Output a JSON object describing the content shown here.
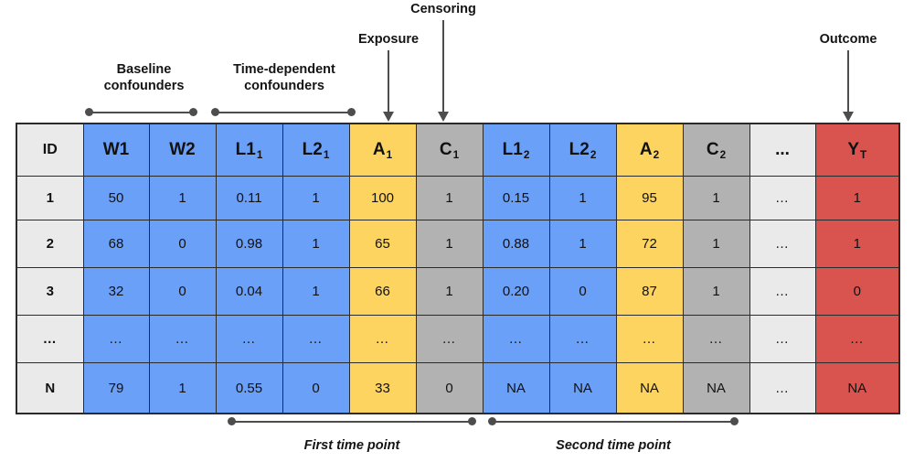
{
  "annotations": {
    "top": [
      {
        "id": "baseline-confounders",
        "text": "Baseline\nconfounders"
      },
      {
        "id": "time-dependent-confounders",
        "text": "Time-dependent\nconfounders"
      },
      {
        "id": "exposure",
        "text": "Exposure"
      },
      {
        "id": "censoring",
        "text": "Censoring"
      },
      {
        "id": "outcome",
        "text": "Outcome"
      }
    ],
    "bottom": [
      {
        "id": "first-time-point",
        "text": "First time point"
      },
      {
        "id": "second-time-point",
        "text": "Second time point"
      }
    ]
  },
  "table": {
    "columns": [
      {
        "key": "id",
        "label": "ID",
        "sub": "",
        "color": "c-id"
      },
      {
        "key": "w1",
        "label": "W1",
        "sub": "",
        "color": "c-blue"
      },
      {
        "key": "w2",
        "label": "W2",
        "sub": "",
        "color": "c-blue"
      },
      {
        "key": "l11",
        "label": "L1",
        "sub": "1",
        "color": "c-blue"
      },
      {
        "key": "l21",
        "label": "L2",
        "sub": "1",
        "color": "c-blue"
      },
      {
        "key": "a1",
        "label": "A",
        "sub": "1",
        "color": "c-yellow"
      },
      {
        "key": "c1",
        "label": "C",
        "sub": "1",
        "color": "c-gray"
      },
      {
        "key": "l12",
        "label": "L1",
        "sub": "2",
        "color": "c-blue"
      },
      {
        "key": "l22",
        "label": "L2",
        "sub": "2",
        "color": "c-blue"
      },
      {
        "key": "a2",
        "label": "A",
        "sub": "2",
        "color": "c-yellow"
      },
      {
        "key": "c2",
        "label": "C",
        "sub": "2",
        "color": "c-gray"
      },
      {
        "key": "dots",
        "label": "...",
        "sub": "",
        "color": "c-light"
      },
      {
        "key": "yt",
        "label": "Y",
        "sub": "T",
        "color": "c-red"
      }
    ],
    "rows": [
      [
        "1",
        "50",
        "1",
        "0.11",
        "1",
        "100",
        "1",
        "0.15",
        "1",
        "95",
        "1",
        "…",
        "1"
      ],
      [
        "2",
        "68",
        "0",
        "0.98",
        "1",
        "65",
        "1",
        "0.88",
        "1",
        "72",
        "1",
        "…",
        "1"
      ],
      [
        "3",
        "32",
        "0",
        "0.04",
        "1",
        "66",
        "1",
        "0.20",
        "0",
        "87",
        "1",
        "…",
        "0"
      ],
      [
        "…",
        "…",
        "…",
        "…",
        "…",
        "…",
        "…",
        "…",
        "…",
        "…",
        "…",
        "…",
        "…"
      ],
      [
        "N",
        "79",
        "1",
        "0.55",
        "0",
        "33",
        "0",
        "NA",
        "NA",
        "NA",
        "NA",
        "…",
        "NA"
      ]
    ]
  },
  "colors": {
    "blue": "#6aa0f7",
    "yellow": "#fdd45f",
    "gray": "#b2b2b2",
    "red": "#d9544f",
    "light": "#eaeaea",
    "line": "#4d4d4d",
    "border": "#2b2b2b"
  }
}
